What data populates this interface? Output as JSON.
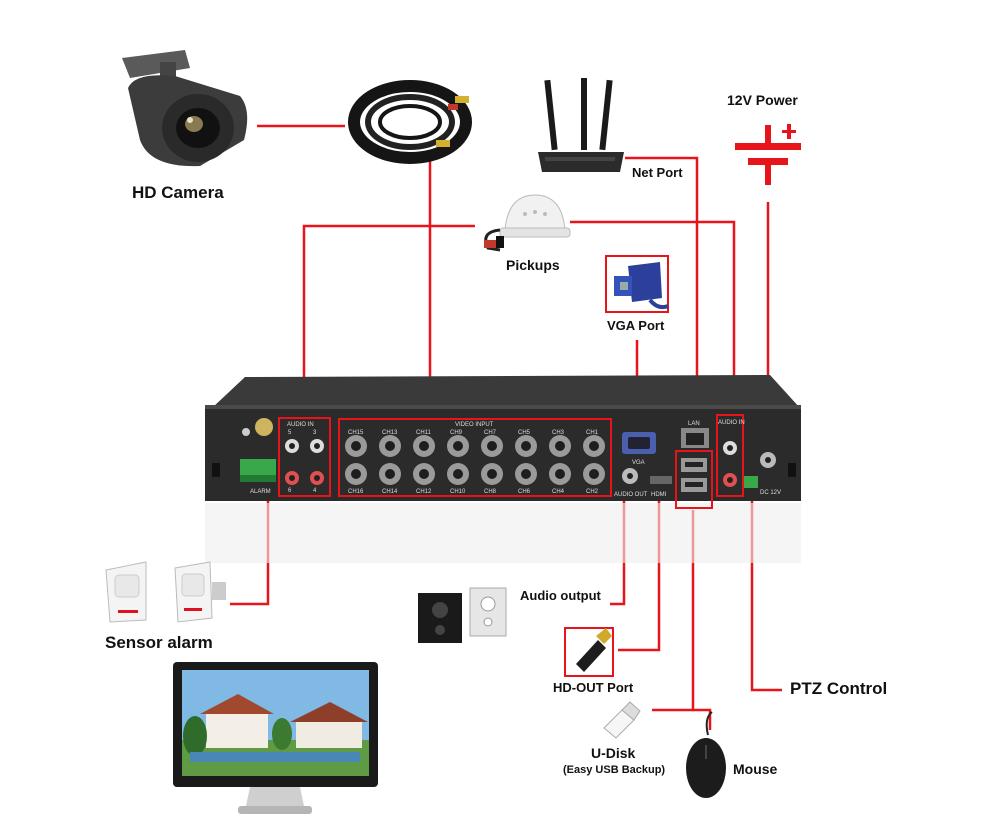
{
  "labels": {
    "hd_camera": "HD Camera",
    "twelve_v_power": "12V Power",
    "net_port": "Net Port",
    "pickups": "Pickups",
    "vga_port": "VGA Port",
    "audio_output": "Audio output",
    "sensor_alarm": "Sensor alarm",
    "hd_out_port": "HD-OUT Port",
    "ptz_control": "PTZ Control",
    "u_disk": "U-Disk",
    "u_disk_note": "(Easy USB Backup)",
    "mouse": "Mouse"
  },
  "panel": {
    "audio_in_left": "AUDIO IN",
    "video_input": "VIDEO INPUT",
    "audio_in_right": "AUDIO IN",
    "lan": "LAN",
    "vga": "VGA",
    "audio_out": "AUDIO OUT",
    "hdmi": "HDMI",
    "dc12v": "DC 12V",
    "alarm": "ALARM",
    "channels_top": [
      "CH15",
      "CH13",
      "CH11",
      "CH9",
      "CH7",
      "CH5",
      "CH3",
      "CH1"
    ],
    "channels_bottom": [
      "CH16",
      "CH14",
      "CH12",
      "CH10",
      "CH8",
      "CH6",
      "CH4",
      "CH2"
    ],
    "audio_ch_top": [
      "5",
      "3"
    ],
    "audio_ch_bottom": [
      "6",
      "4"
    ]
  },
  "colors": {
    "line": "#e8141b",
    "dvr_body": "#2b2b2b",
    "bnc": "#9a9a9a"
  }
}
